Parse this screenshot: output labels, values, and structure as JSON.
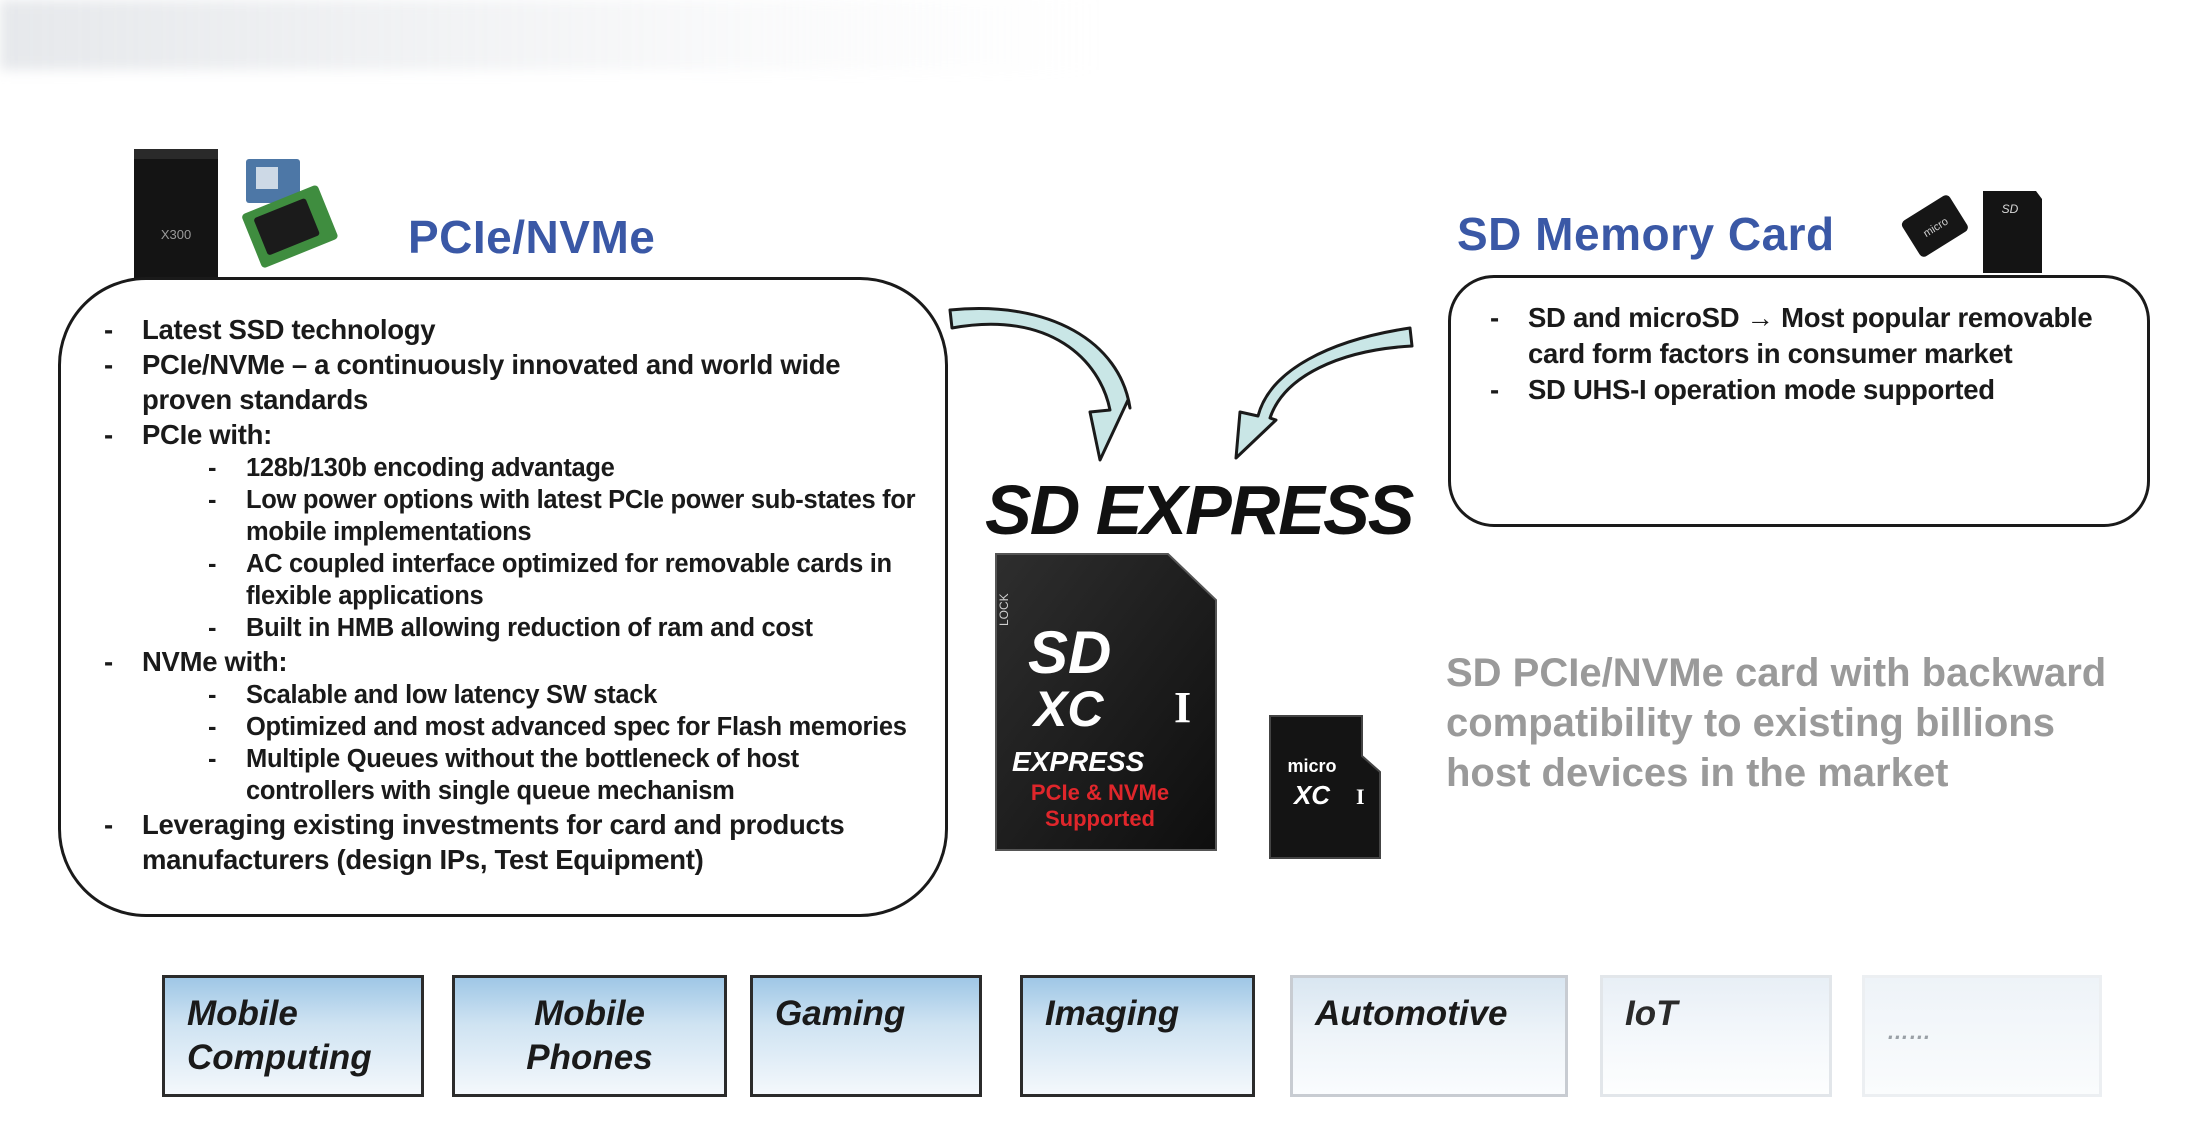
{
  "pcie": {
    "title": "PCIe/NVMe",
    "bullets": [
      "Latest SSD technology",
      "PCIe/NVMe – a continuously innovated and world wide  proven standards",
      "PCIe with:",
      "NVMe  with:",
      "Leveraging existing investments for card and products manufacturers (design IPs, Test Equipment)"
    ],
    "pcie_sub": [
      "128b/130b encoding advantage",
      "Low power options with latest PCIe power sub-states for mobile implementations",
      "AC coupled interface optimized for removable cards in flexible applications",
      "Built in HMB allowing reduction of ram and cost"
    ],
    "nvme_sub": [
      "Scalable and low latency SW stack",
      "Optimized and most advanced spec for Flash memories",
      "Multiple Queues without the bottleneck of host controllers with single queue mechanism"
    ]
  },
  "sd": {
    "title": "SD Memory Card",
    "bullets": [
      "SD and microSD → Most popular removable card form factors in consumer market",
      "SD UHS-I operation mode supported"
    ]
  },
  "center": {
    "logo": "SD EXPRESS",
    "card_brand": "SD",
    "card_xc": "XC",
    "card_class": "I",
    "card_lock": "LOCK",
    "card_express": "EXPRESS",
    "card_support_line1": "PCIe & NVMe",
    "card_support_line2": "Supported",
    "ssd_label": "X300"
  },
  "compat_text": "SD PCIe/NVMe card with backward compatibility to existing billions host devices in the market",
  "categories": [
    {
      "line1": "Mobile",
      "line2": "Computing"
    },
    {
      "line1": "Mobile",
      "line2": "Phones"
    },
    {
      "line1": "Gaming",
      "line2": ""
    },
    {
      "line1": "Imaging",
      "line2": ""
    },
    {
      "line1": "Automotive",
      "line2": ""
    },
    {
      "line1": "IoT",
      "line2": ""
    },
    {
      "line1": "……",
      "line2": ""
    }
  ]
}
